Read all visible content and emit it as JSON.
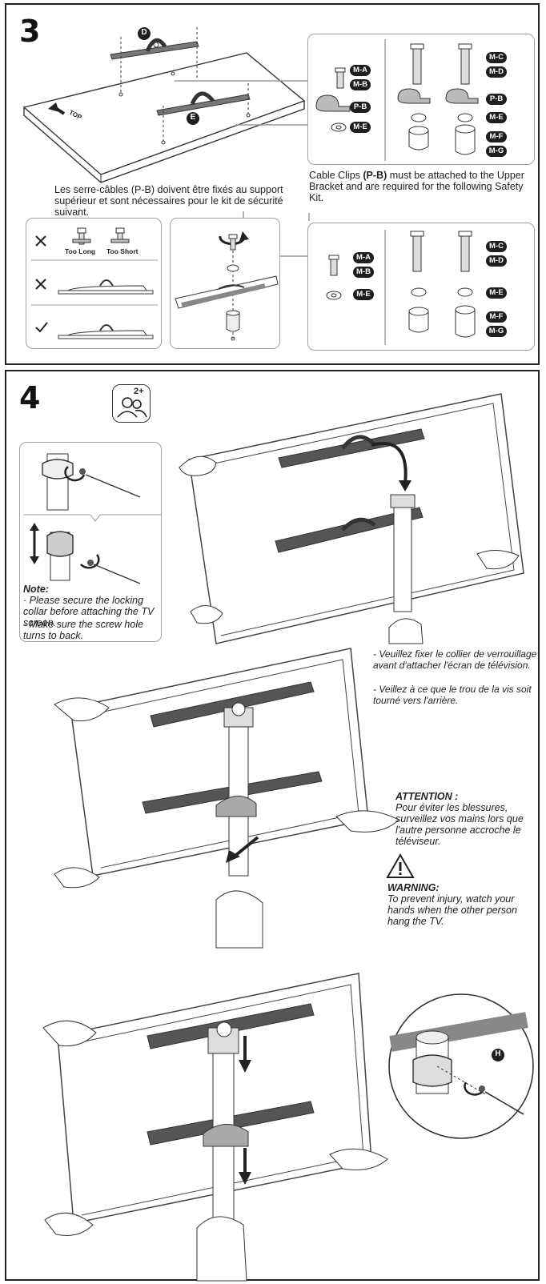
{
  "step3": {
    "number": "3",
    "callout_d": "D",
    "callout_e": "E",
    "top_label": "TOP",
    "caption_fr": "Les serre-câbles (P-B) doivent être fixés au support supérieur et sont nécessaires pour le kit de sécurité suivant.",
    "caption_en_prefix": "Cable Clips ",
    "caption_en_bold": "(P-B)",
    "caption_en_suffix": " must be attached to the Upper Bracket and are required for the following Safety Kit.",
    "too_long": "Too  Long",
    "too_short": "Too Short",
    "parts_top": {
      "ma": "M-A",
      "mb": "M-B",
      "pb": "P-B",
      "me": "M-E",
      "mc": "M-C",
      "md": "M-D",
      "mf": "M-F",
      "mg": "M-G"
    },
    "parts_bottom": {
      "ma": "M-A",
      "mb": "M-B",
      "me": "M-E",
      "mc": "M-C",
      "md": "M-D",
      "mf": "M-F",
      "mg": "M-G"
    }
  },
  "step4": {
    "number": "4",
    "persons_badge": "2+",
    "note_title": "Note:",
    "note_line1": "· Please secure the locking collar before attaching the TV screen.",
    "note_line2": "· Make sure the screw hole turns to back.",
    "fr_note1": "- Veuillez fixer le collier de verrouillage avant d'attacher l'écran de télévision.",
    "fr_note2": "- Veillez à ce que le trou de la vis soit tourné vers l'arrière.",
    "attention_title": "ATTENTION :",
    "attention_text": "Pour éviter les blessures, surveillez vos mains lors que l'autre personne accroche le téléviseur.",
    "warning_title": "WARNING:",
    "warning_text": "To prevent injury, watch your hands when the other person hang the TV.",
    "callout_h": "H"
  },
  "colors": {
    "badge": "#1e1e1e",
    "frame": "#222222",
    "card_border": "#9aa3ad",
    "bracket": "#555555"
  },
  "icons": [
    "cross-mark-icon",
    "check-mark-icon",
    "rotate-arrow-icon",
    "warning-triangle-icon",
    "two-persons-icon"
  ]
}
